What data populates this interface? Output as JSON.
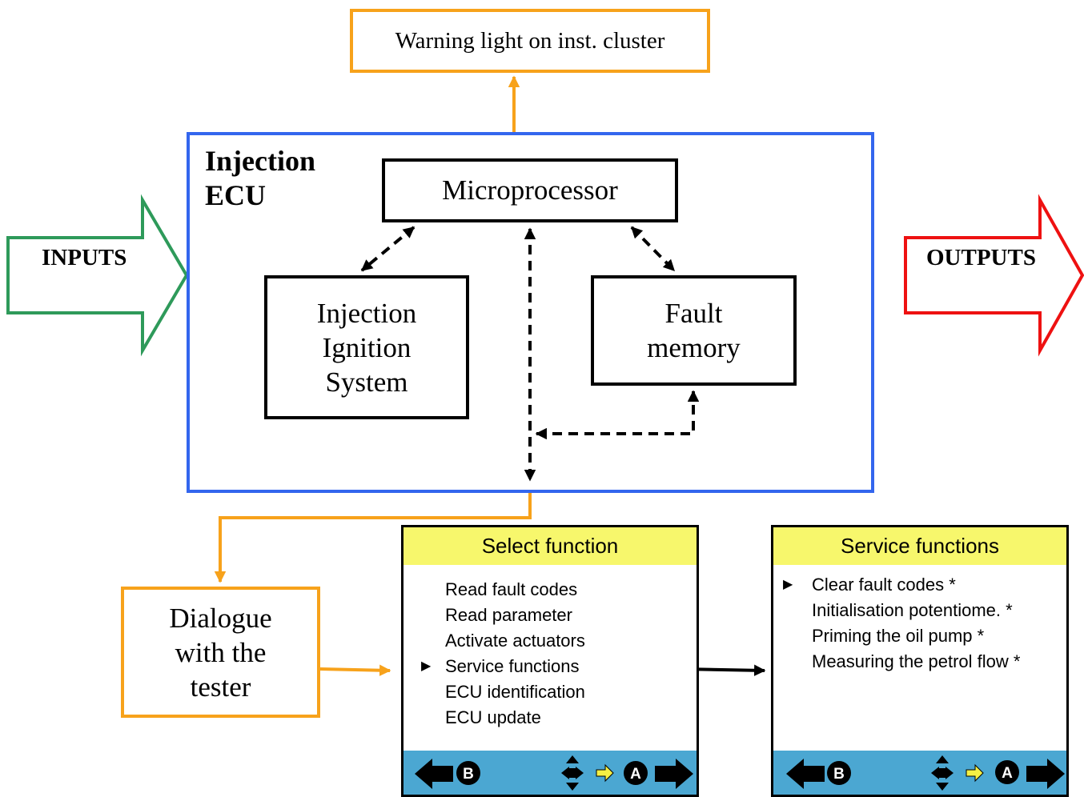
{
  "warning_light": "Warning light on inst. cluster",
  "ecu": {
    "title": "Injection\nECU",
    "microprocessor": "Microprocessor",
    "injection_system": "Injection\nIgnition\nSystem",
    "fault_memory": "Fault\nmemory"
  },
  "inputs_label": "INPUTS",
  "outputs_label": "OUTPUTS",
  "dialogue": "Dialogue\nwith the\ntester",
  "select_screen": {
    "title": "Select function",
    "pointer": "▶",
    "selected_item": "Service functions",
    "items": [
      "Read fault codes",
      "Read parameter",
      "Activate actuators",
      "Service functions",
      "ECU identification",
      "ECU update"
    ],
    "footer": {
      "back_key": "B",
      "confirm_key": "A"
    }
  },
  "service_screen": {
    "title": "Service functions",
    "pointer": "▶",
    "selected_item": "Clear fault codes *",
    "items": [
      "Clear fault codes *",
      "Initialisation potentiome. *",
      "Priming the oil pump *",
      "Measuring the petrol flow *"
    ],
    "footer": {
      "back_key": "B",
      "confirm_key": "A"
    }
  },
  "colors": {
    "orange": "#f7a21b",
    "blue": "#3366ee",
    "green": "#2e9a5a",
    "red": "#ee1111",
    "screen_title_bg": "#f7f76c",
    "screen_footer_bg": "#4ba7d2"
  }
}
